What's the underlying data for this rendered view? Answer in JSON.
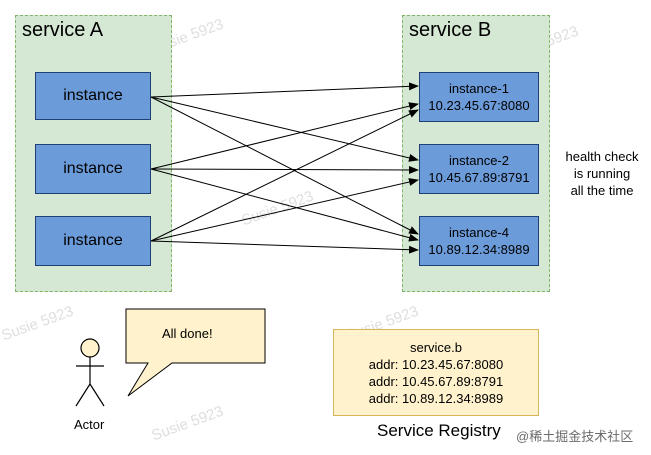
{
  "service_a": {
    "title": "service A",
    "instances": [
      "instance",
      "instance",
      "instance"
    ]
  },
  "service_b": {
    "title": "service B",
    "instances": [
      {
        "name": "instance-1",
        "addr": "10.23.45.67:8080"
      },
      {
        "name": "instance-2",
        "addr": "10.45.67.89:8791"
      },
      {
        "name": "instance-4",
        "addr": "10.89.12.34:8989"
      }
    ]
  },
  "health_check": {
    "lines": [
      "health check",
      "is running",
      "all the time"
    ]
  },
  "callout": {
    "text": "All done!"
  },
  "actor": {
    "label": "Actor"
  },
  "registry": {
    "service": "service.b",
    "addrs": [
      "addr: 10.23.45.67:8080",
      "addr: 10.45.67.89:8791",
      "addr: 10.89.12.34:8989"
    ],
    "title": "Service Registry"
  },
  "watermark": "Susie 5923",
  "credit": "@稀土掘金技术社区",
  "colors": {
    "service_fill": "#d5e8d4",
    "service_border": "#82b366",
    "instance_fill": "#6b9bd8",
    "instance_border": "#1f3f77",
    "note_fill": "#fff2cc",
    "note_border": "#d6b656"
  }
}
